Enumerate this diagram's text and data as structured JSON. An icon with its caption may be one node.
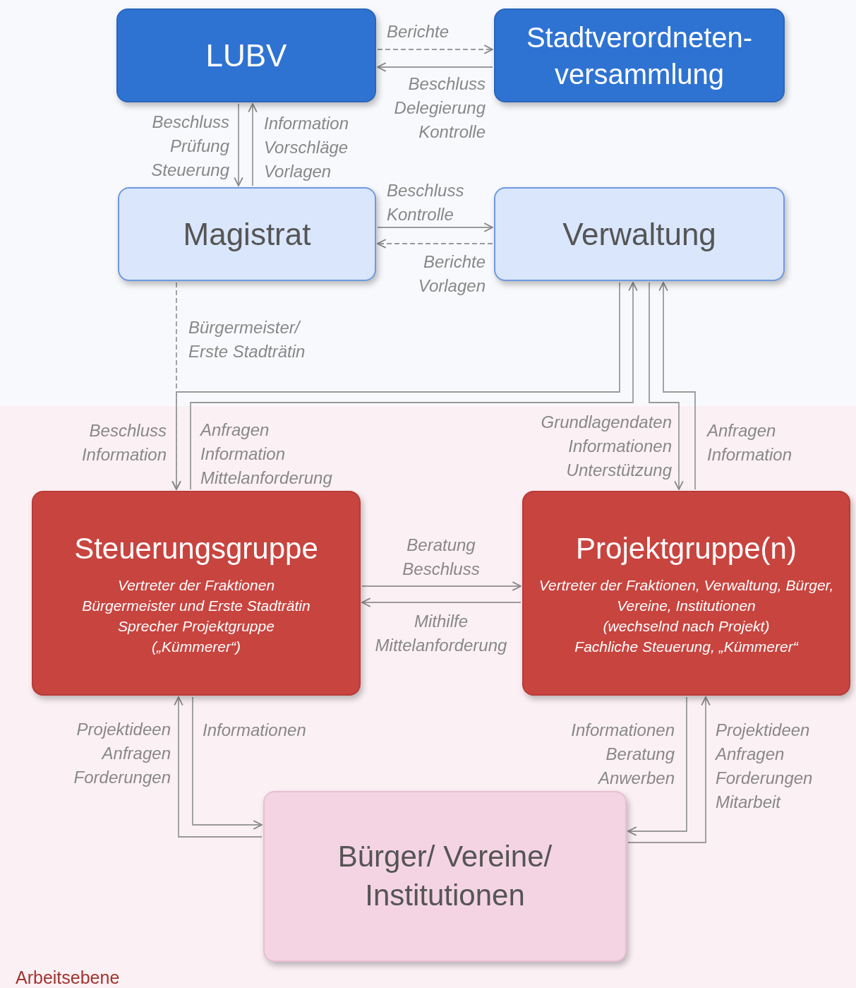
{
  "diagram": {
    "nodes": [
      {
        "text": [
          "LUBV"
        ]
      },
      {
        "text": [
          "Stadtverordneten-versammlung"
        ]
      },
      {
        "text": [
          "Magistrat"
        ]
      },
      {
        "text": [
          "Verwaltung"
        ]
      },
      {
        "text": [
          "Steuerungsgruppe",
          "Vertreter der Fraktionen",
          "Bürgermeister und Erste Stadträtin",
          "Sprecher Projektgruppe",
          "(„Kümmerer“)"
        ]
      },
      {
        "text": [
          "Projektgruppe(n)",
          "Vertreter der Fraktionen, Verwaltung, Bürger, Vereine, Institutionen",
          "(wechselnd nach Projekt)",
          "Fachliche Steuerung, „Kümmerer“"
        ]
      },
      {
        "text": [
          "Bürger/ Vereine/ Institutionen"
        ]
      }
    ],
    "edges": [
      {
        "from": 0,
        "to": 1,
        "arrow": "to",
        "label": "Berichte",
        "style": "dashed"
      },
      {
        "from": 1,
        "to": 0,
        "arrow": "to",
        "label": "Beschluss Delegierung Kontrolle"
      },
      {
        "from": 0,
        "to": 2,
        "arrow": "to",
        "label": "Beschluss Prüfung Steuerung"
      },
      {
        "from": 2,
        "to": 0,
        "arrow": "to",
        "label": "Information Vorschläge Vorlagen"
      },
      {
        "from": 2,
        "to": 3,
        "arrow": "to",
        "label": "Beschluss Kontrolle"
      },
      {
        "from": 3,
        "to": 2,
        "arrow": "to",
        "label": "Berichte Vorlagen",
        "style": "dashed"
      },
      {
        "from": 2,
        "to": 4,
        "arrow": "to",
        "label": "Bürgermeister/ Erste Stadträtin",
        "style": "dashed"
      },
      {
        "from": 3,
        "to": 4,
        "arrow": "to",
        "label": "Beschluss Information"
      },
      {
        "from": 4,
        "to": 3,
        "arrow": "to",
        "label": "Anfragen Information Mittelanforderung"
      },
      {
        "from": 3,
        "to": 5,
        "arrow": "to",
        "label": "Grundlagendaten Informationen Unterstützung"
      },
      {
        "from": 5,
        "to": 3,
        "arrow": "to",
        "label": "Anfragen Information"
      },
      {
        "from": 4,
        "to": 5,
        "arrow": "to",
        "label": "Beratung Beschluss"
      },
      {
        "from": 5,
        "to": 4,
        "arrow": "to",
        "label": "Mithilfe Mittelanforderung"
      },
      {
        "from": 6,
        "to": 4,
        "arrow": "to",
        "label": "Projektideen Anfragen Forderungen"
      },
      {
        "from": 4,
        "to": 6,
        "arrow": "to",
        "label": "Informationen"
      },
      {
        "from": 5,
        "to": 6,
        "arrow": "to",
        "label": "Informationen Beratung Anwerben"
      },
      {
        "from": 6,
        "to": 5,
        "arrow": "to",
        "label": "Projektideen Anfragen Forderungen Mitarbeit"
      }
    ],
    "labels": [
      "Arbeitsebene"
    ]
  }
}
